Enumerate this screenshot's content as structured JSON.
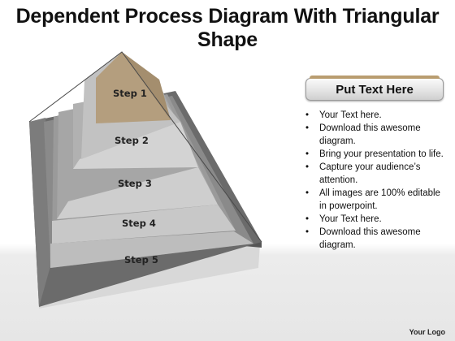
{
  "title": "Dependent Process Diagram With Triangular Shape",
  "diagram": {
    "steps": [
      "Step 1",
      "Step 2",
      "Step 3",
      "Step 4",
      "Step 5"
    ],
    "colors": {
      "apex": "#b49e7e",
      "step": "#c6c6c6",
      "frame": "#6e6e6e"
    }
  },
  "panel": {
    "title": "Put Text Here",
    "bullets": [
      "Your Text here.",
      "Download this awesome diagram.",
      "Bring your presentation to life.",
      "Capture your audience’s attention.",
      "All images are 100% editable in powerpoint.",
      "Your Text here.",
      "Download this awesome diagram."
    ]
  },
  "footer": {
    "logo": "Your Logo"
  }
}
